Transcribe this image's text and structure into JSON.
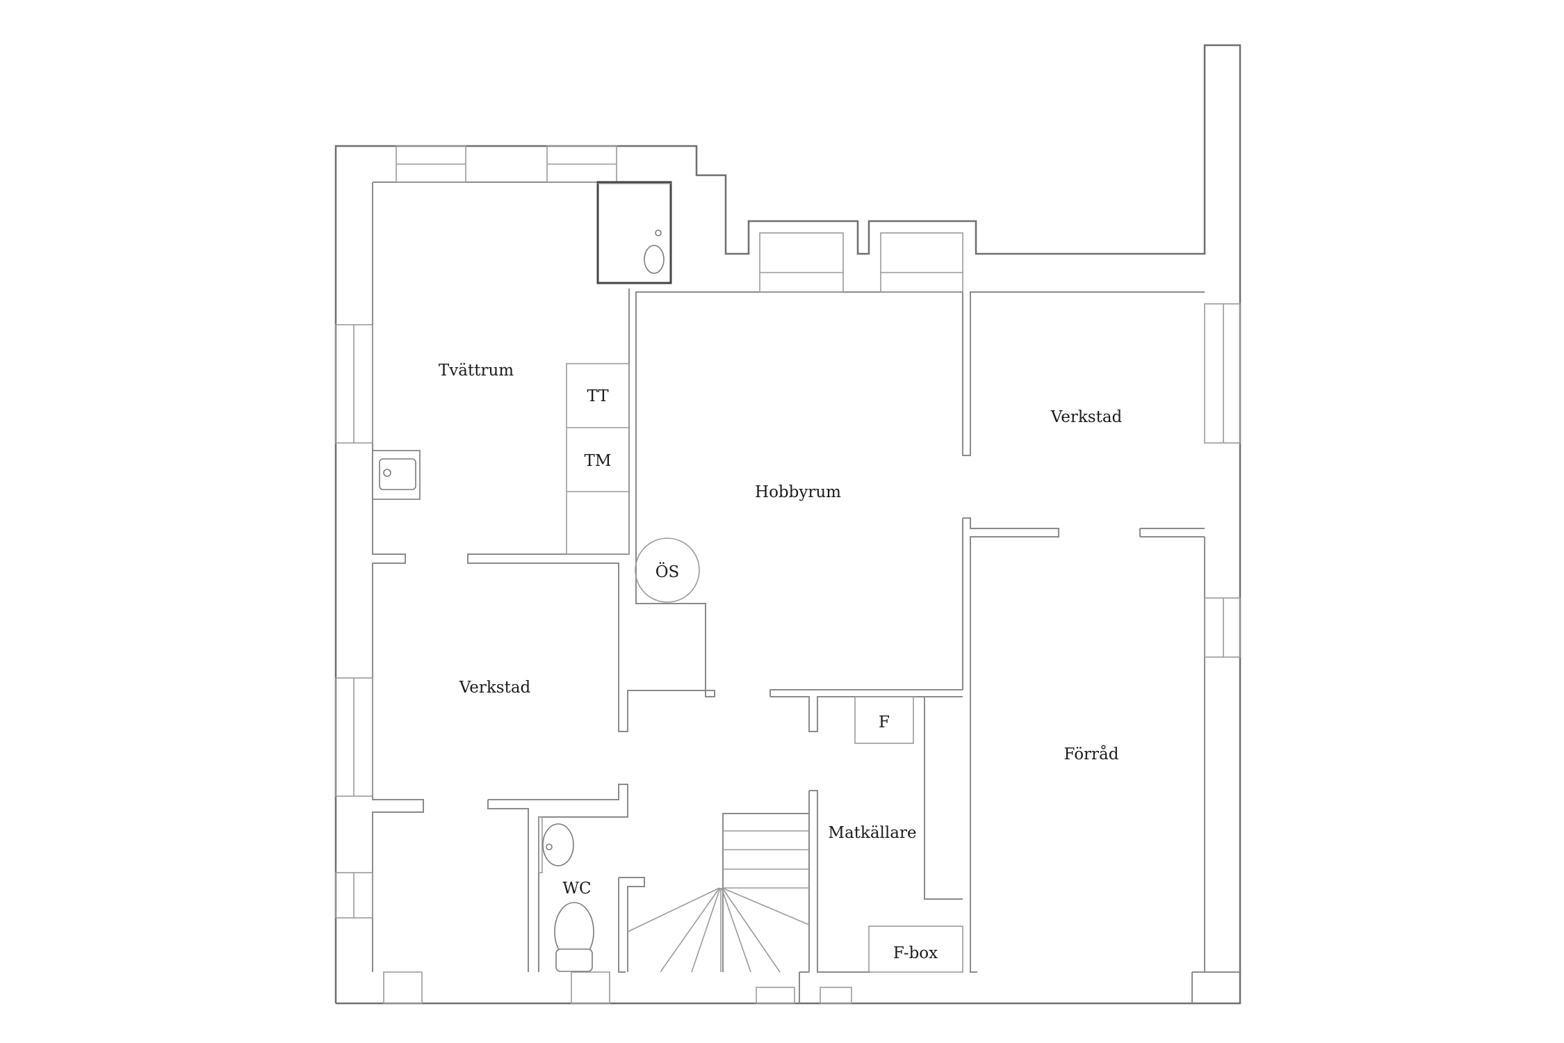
{
  "rooms": {
    "tvattrum": "Tvättrum",
    "tt": "TT",
    "tm": "TM",
    "hobbyrum": "Hobbyrum",
    "verkstad_right": "Verkstad",
    "os": "ÖS",
    "verkstad_left": "Verkstad",
    "f": "F",
    "forrad": "Förråd",
    "matkallare": "Matkällare",
    "wc": "WC",
    "fbox": "F-box"
  },
  "colors": {
    "wall": "#8a8a8a",
    "outline": "#6f6f6f",
    "text": "#1a1a1a"
  }
}
